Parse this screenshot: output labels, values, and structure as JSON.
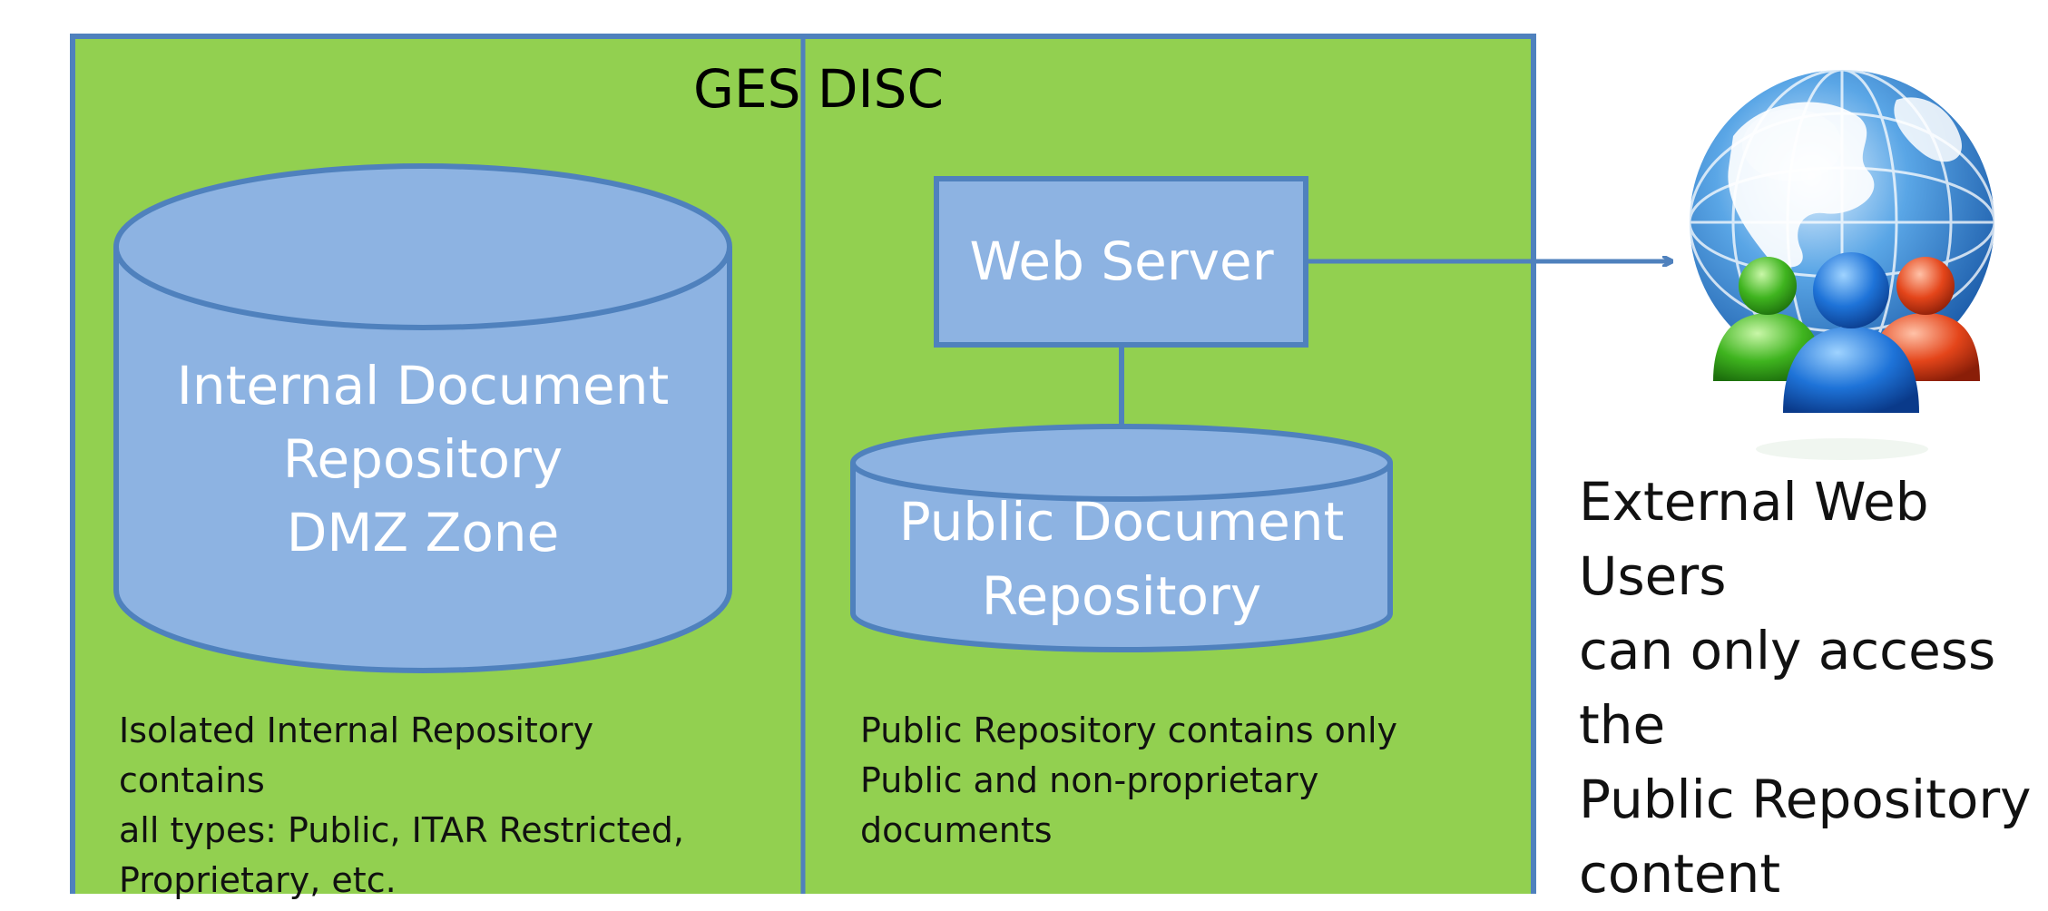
{
  "diagram": {
    "title": "GES  DISC",
    "internal_repo": {
      "lines": [
        "Internal Document",
        "Repository",
        "DMZ  Zone"
      ]
    },
    "web_server": {
      "label": "Web Server"
    },
    "public_repo": {
      "lines": [
        "Public  Document",
        "Repository"
      ]
    },
    "internal_desc": "Isolated Internal Repository contains\nall types:  Public, ITAR Restricted,\nProprietary, etc.",
    "public_desc": "Public Repository contains only\nPublic and non-proprietary\ndocuments",
    "external_desc": "External Web Users\ncan only access the\nPublic Repository\ncontent",
    "icons": [
      "globe-icon",
      "users-icon"
    ],
    "colors": {
      "zone_fill": "#92d050",
      "shape_fill": "#8db3e2",
      "stroke": "#4f81bd"
    }
  }
}
